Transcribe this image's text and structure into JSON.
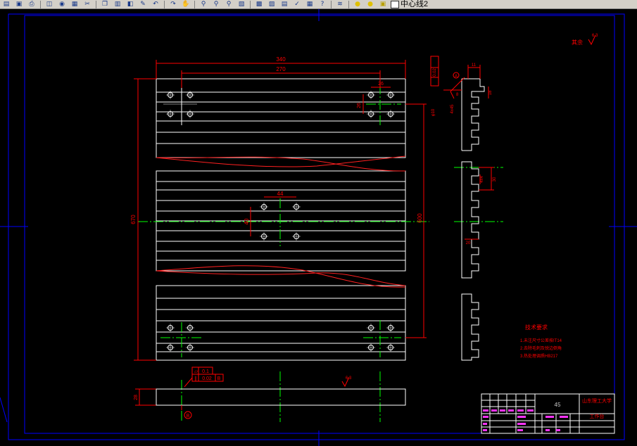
{
  "toolbar": {
    "icons": [
      "folder-open-icon",
      "save-icon",
      "print-icon",
      "preview-icon",
      "publish-icon",
      "plot-icon",
      "cut-icon",
      "copy-icon",
      "paste-icon",
      "match-properties-icon",
      "brush-icon",
      "undo-icon",
      "redo-icon",
      "pan-icon",
      "zoom-realtime-icon",
      "zoom-window-icon",
      "zoom-previous-icon",
      "properties-icon",
      "design-center-icon",
      "tool-palette-icon",
      "sheet-set-icon",
      "markup-icon",
      "calculator-icon",
      "help-icon",
      "layer-manager-icon"
    ],
    "layer_name": "中心线2"
  },
  "colors": {
    "red": "#ff0000",
    "white": "#ffffff",
    "green": "#00ff00",
    "blue": "#0000ff",
    "magenta": "#ff33ff"
  },
  "drawing": {
    "dims": {
      "overall_width": "340",
      "hole_span": "270",
      "hole_pitch_top": "26",
      "hole_pitch_top_v": "26",
      "center_hole_x": "44",
      "center_hole_y": "40",
      "overall_height": "670",
      "hole_span_v": "600",
      "thickness": "28",
      "side_11": "11",
      "side_18": "18",
      "side_8": "8",
      "side_30": "30",
      "side_20": "20",
      "side_phi": "φ10",
      "side_43": "4x45",
      "side_4x4": "4x4",
      "gtol_flat": "0.1",
      "gtol_par": "0.02",
      "gtol_par_side": "0.02"
    },
    "datum_a": "A",
    "datum_b": "B",
    "roughness_note": "其余",
    "roughness_value": "6.3",
    "roughness_bottom": "6.3",
    "tech_title": "技术要求",
    "tech_notes": [
      "1.未注尺寸公差按IT14",
      "2.去除毛刺及锐边倒角",
      "3.热处理调质HB217"
    ]
  },
  "title_block": {
    "material": "45",
    "company": "山东理工大学",
    "part_name": "工作台"
  }
}
